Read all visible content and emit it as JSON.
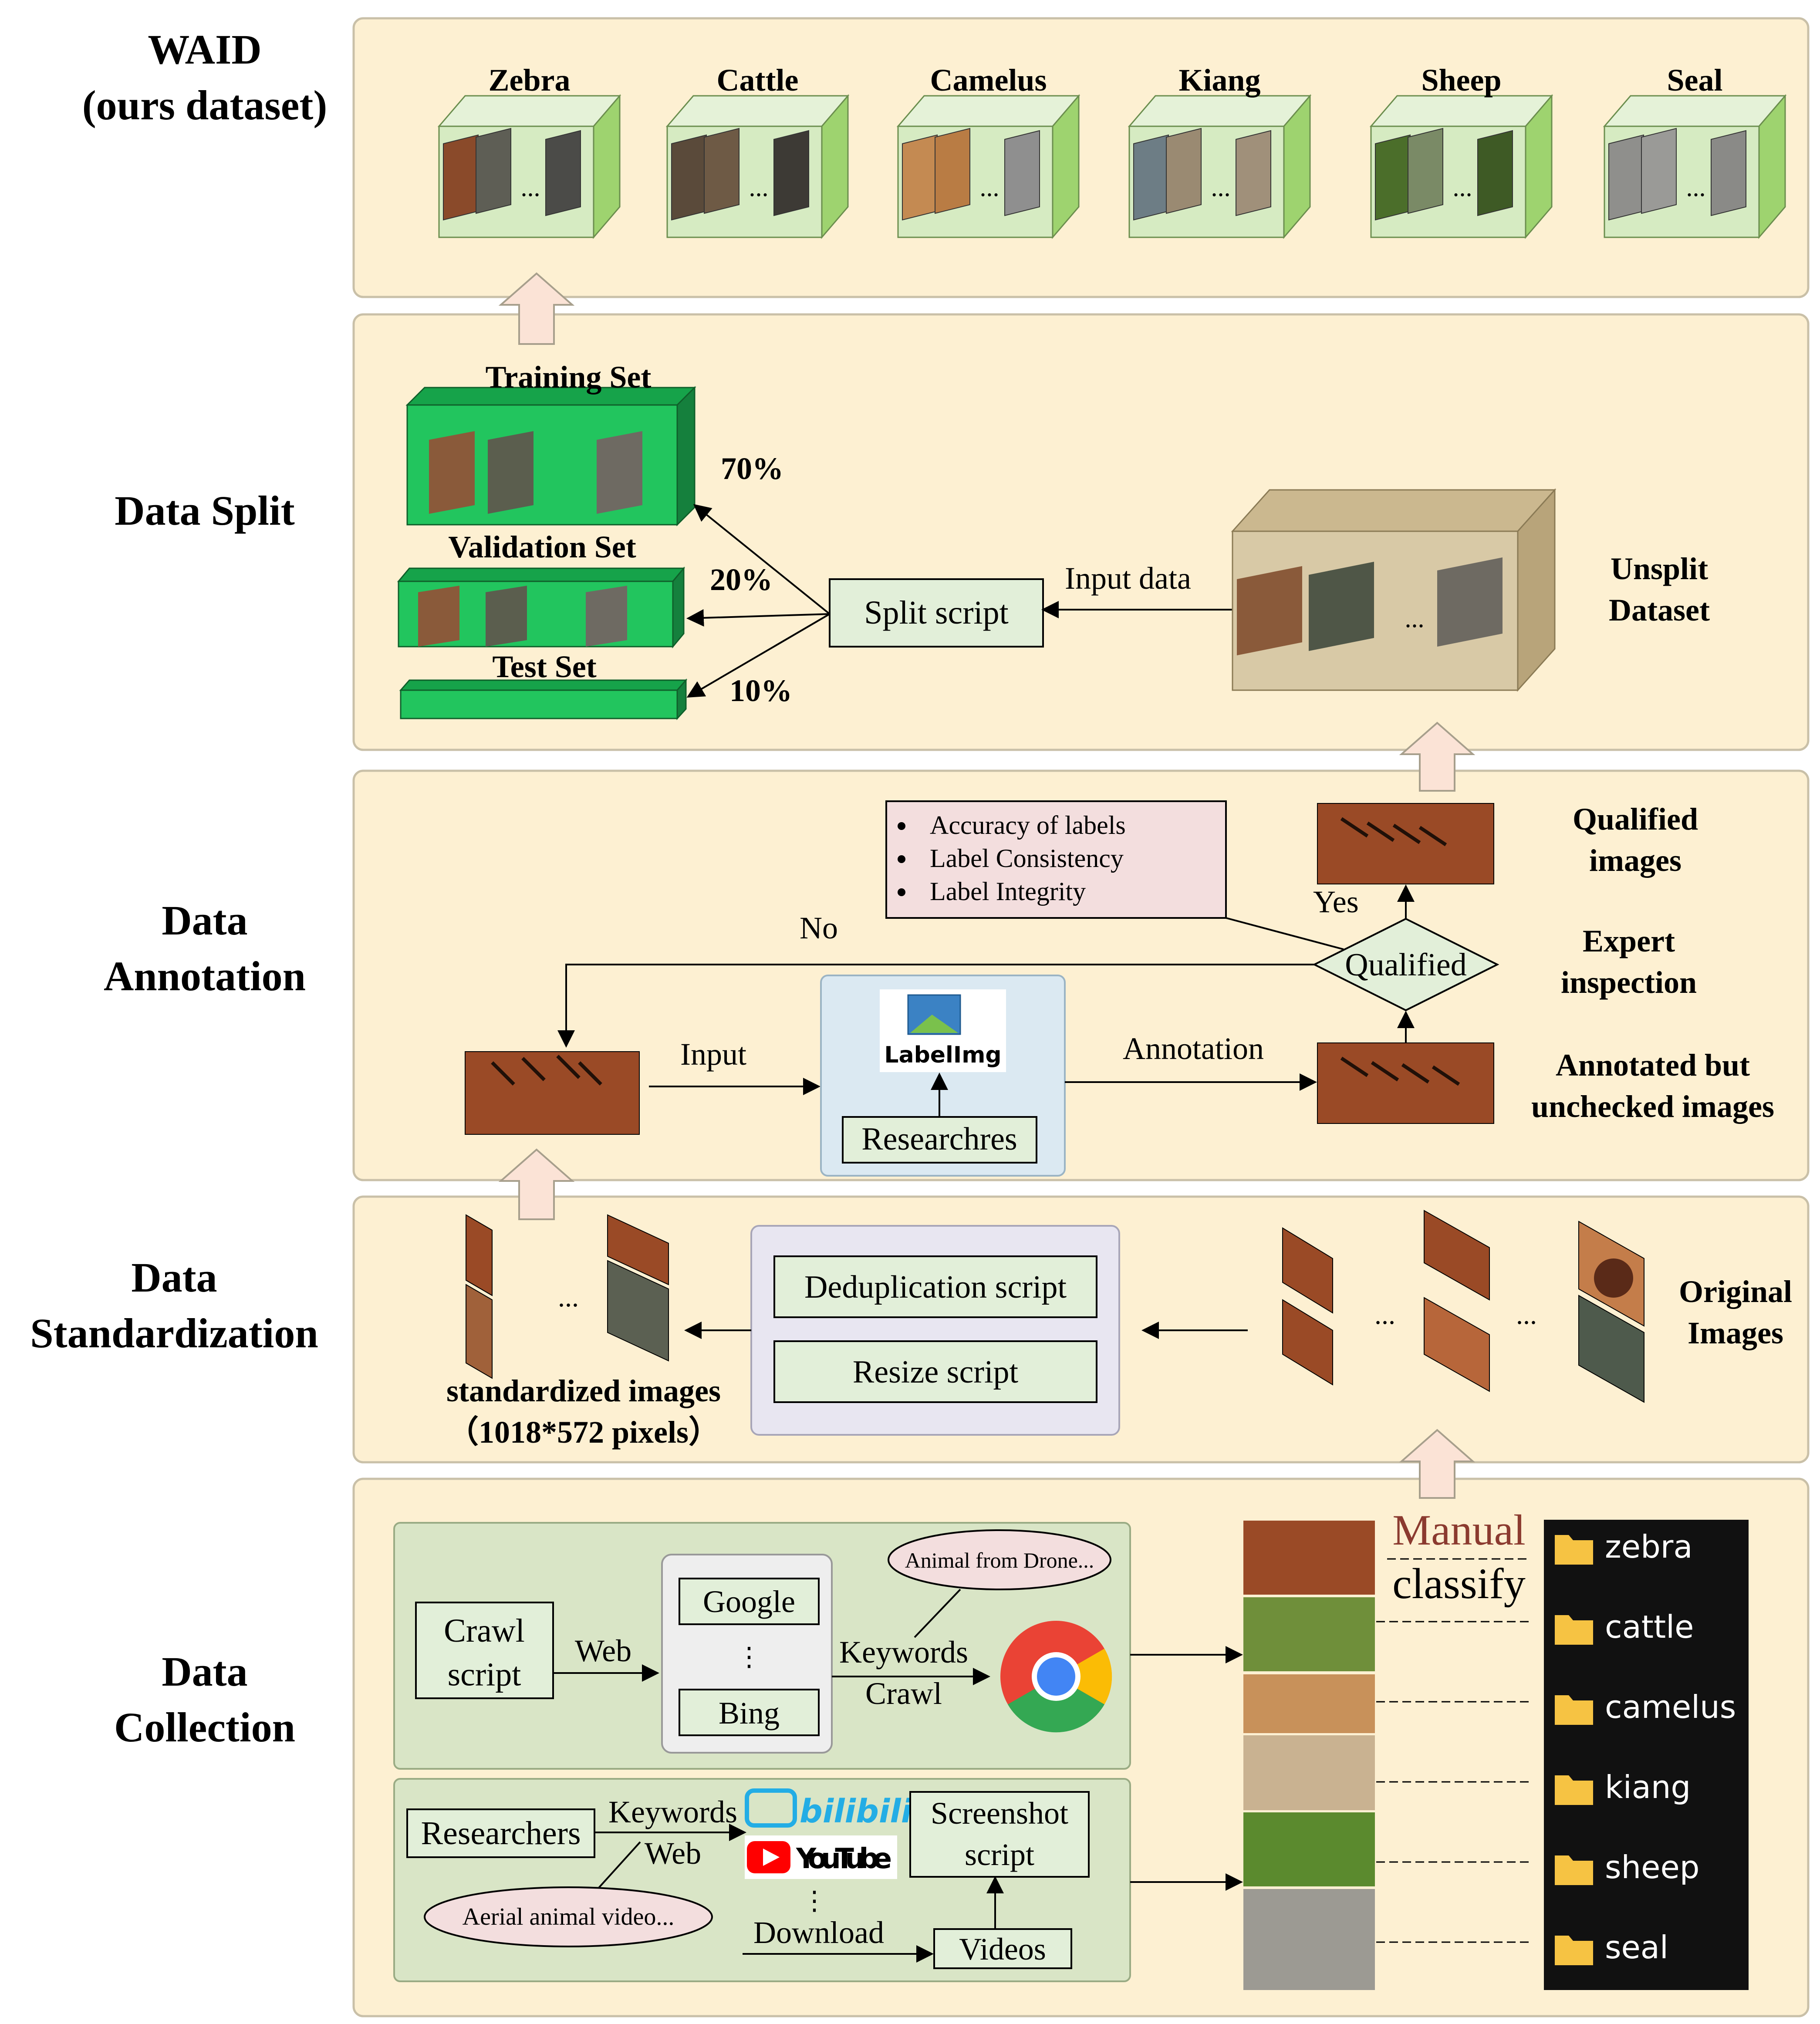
{
  "sections": {
    "waid": "WAID\n(ours dataset)",
    "split": "Data Split",
    "annotation": "Data\nAnnotation",
    "standardization": "Data\nStandardization",
    "collection": "Data\nCollection"
  },
  "waid_classes": [
    "Zebra",
    "Cattle",
    "Camelus",
    "Kiang",
    "Sheep",
    "Seal"
  ],
  "split": {
    "training": "Training Set",
    "validation": "Validation Set",
    "test": "Test Set",
    "p70": "70%",
    "p20": "20%",
    "p10": "10%",
    "script": "Split script",
    "input": "Input data",
    "unsplit": "Unsplit\nDataset"
  },
  "annotation": {
    "criteria": [
      "Accuracy of labels",
      "Label Consistency",
      "Label Integrity"
    ],
    "qualified_images": "Qualified\nimages",
    "yes": "Yes",
    "no": "No",
    "qualified": "Qualified",
    "expert": "Expert\ninspection",
    "input": "Input",
    "tool": "LabelImg",
    "researchers": "Researchres",
    "annotation": "Annotation",
    "unchecked": "Annotated but\nunchecked images"
  },
  "standardization": {
    "dedup": "Deduplication script",
    "resize": "Resize script",
    "standardized": "standardized images\n（1018*572 pixels）",
    "original": "Original\nImages",
    "ellipsis": "..."
  },
  "collection": {
    "crawl": "Crawl\nscript",
    "web": "Web",
    "google": "Google",
    "vdots": "⋮",
    "bing": "Bing",
    "bubble1": "Animal from Drone...",
    "keywords_crawl": "Keywords\nCrawl",
    "researchers": "Researchers",
    "keywords_web": "Keywords\nWeb",
    "bilibili": "bilibili",
    "youtube": "YouTube",
    "screenshot": "Screenshot\nscript",
    "bubble2": "Aerial animal video...",
    "download": "Download",
    "videos": "Videos",
    "manual": "Manual",
    "classify": "classify",
    "folders": [
      "zebra",
      "cattle",
      "camelus",
      "kiang",
      "sheep",
      "seal"
    ]
  },
  "colors": {
    "panel_fill": "#fdf0d2",
    "panel_stroke": "#c9c0a8",
    "cube_front": "#d6ebc2",
    "split_cube": "#22c55e",
    "unsplit_cube": "#d8c9a6",
    "crit_box": "#f3dede",
    "labelimg_box": "#dbe9f2",
    "script_group": "#e8e6f1",
    "collect_group": "#d9e5c6",
    "upper_arrow": "#fbe3d6",
    "folder_panel": "#111111"
  }
}
